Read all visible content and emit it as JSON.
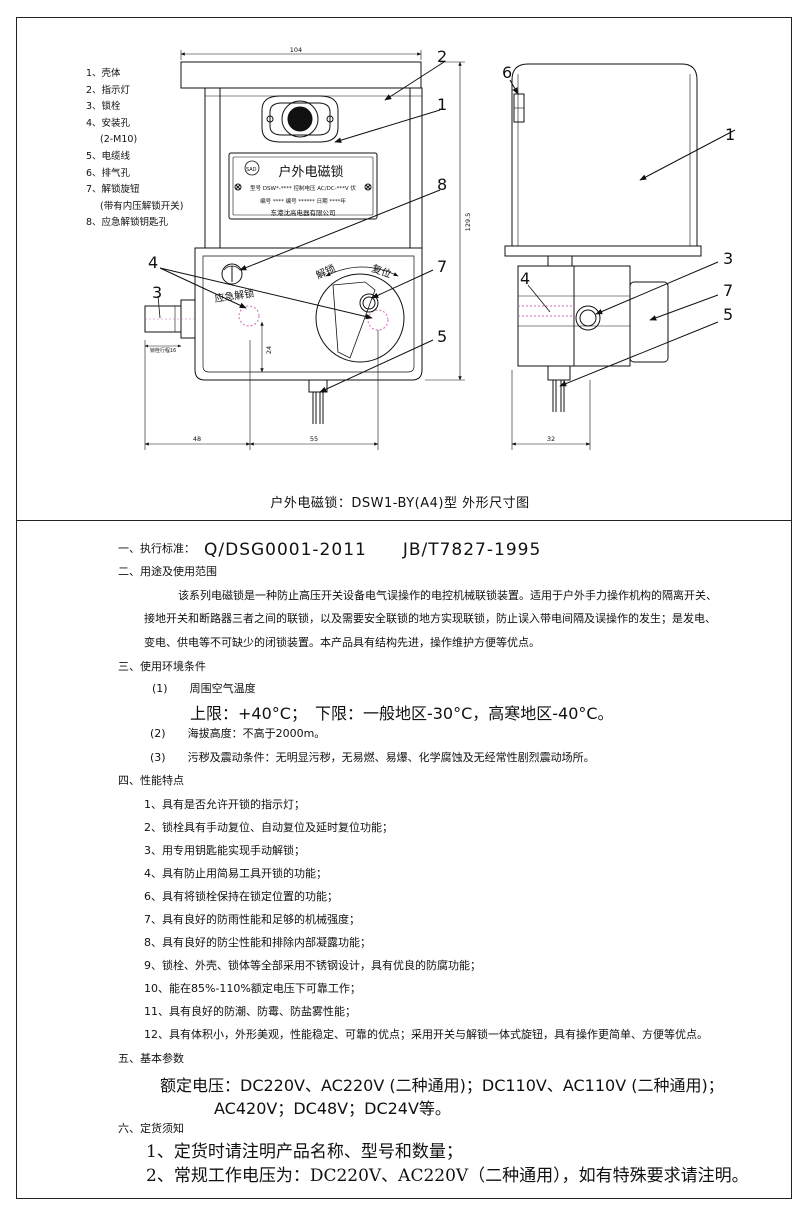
{
  "legend": [
    "1、壳体",
    "2、指示灯",
    "3、锁栓",
    "4、安装孔",
    "(2-M10)",
    "5、电缆线",
    "6、排气孔",
    "7、解锁旋钮",
    "(带有内压解锁开关)",
    "8、应急解锁钥匙孔"
  ],
  "callouts": [
    "1",
    "2",
    "3",
    "4",
    "5",
    "6",
    "7",
    "8"
  ],
  "dimensions": {
    "width": "104",
    "height": "129.5",
    "left": "48",
    "bottom": "55",
    "side": "32",
    "vertical": "24",
    "bolt": "锁栓行程16"
  },
  "label_plate": {
    "title": "户外电磁锁",
    "model_line": "型号 DSW*-****  控制电压 AC/DC-***V  伏",
    "serial_line": "编号 ****  编号 ******  日期 ****年",
    "maker": "东港沈高电器有限公司",
    "logo": "SAD"
  },
  "knob_labels": {
    "unlock": "解锁",
    "reset": "复位",
    "emergency": "应急解锁"
  },
  "caption": "户外电磁锁：DSW1-BY(A4)型 外形尺寸图",
  "spec": {
    "s1_label": "一、执行标准：",
    "s1_std": "Q/DSG0001-2011　　JB/T7827-1995",
    "s2_title": "二、用途及使用范围",
    "s2_p1": "该系列电磁锁是一种防止高压开关设备电气误操作的电控机械联锁装置。适用于户外手力操作机构的隔离开关、",
    "s2_p2": "接地开关和断路器三者之间的联锁，以及需要安全联锁的地方实现联锁，防止误入带电间隔及误操作的发生；是发电、",
    "s2_p3": "变电、供电等不可缺少的闭锁装置。本产品具有结构先进，操作维护方便等优点。",
    "s3_title": "三、使用环境条件",
    "s3_1": "(1)　　周围空气温度",
    "s3_1b": "上限：+40°C；　下限：一般地区-30°C，高寒地区-40°C。",
    "s3_2": "(2)　　海拔高度：不高于2000m。",
    "s3_3": "(3)　　污秽及震动条件：无明显污秽，无易燃、易爆、化学腐蚀及无经常性剧烈震动场所。",
    "s4_title": "四、性能特点",
    "s4_items": [
      "1、具有是否允许开锁的指示灯；",
      "2、锁栓具有手动复位、自动复位及延时复位功能；",
      "3、用专用钥匙能实现手动解锁；",
      "4、具有防止用简易工具开锁的功能；",
      "6、具有将锁栓保持在锁定位置的功能；",
      "7、具有良好的防雨性能和足够的机械强度；",
      "8、具有良好的防尘性能和排除内部凝露功能；",
      "9、锁栓、外壳、锁体等全部采用不锈钢设计，具有优良的防腐功能；",
      "10、能在85%-110%额定电压下可靠工作；",
      "11、具有良好的防潮、防霉、防盐雾性能；",
      "12、具有体积小，外形美观，性能稳定、可靠的优点；采用开关与解锁一体式旋钮，具有操作更简单、方便等优点。"
    ],
    "s5_title": "五、基本参数",
    "s5_l1": "额定电压：DC220V、AC220V (二种通用)；DC110V、AC110V (二种通用)；",
    "s5_l2": "AC420V；DC48V；DC24V等。",
    "s6_title": "六、定货须知",
    "s6_1": "1、定货时请注明产品名称、型号和数量；",
    "s6_2": "2、常规工作电压为：DC220V、AC220V（二种通用），如有特殊要求请注明。"
  }
}
